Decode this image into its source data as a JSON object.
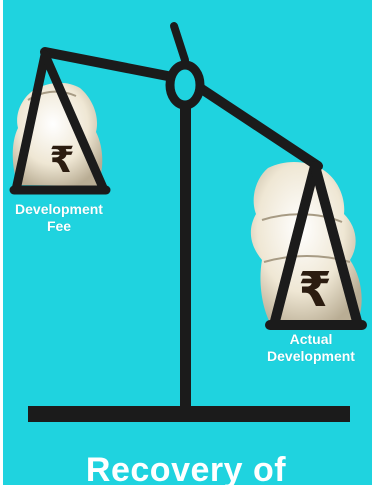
{
  "labels": {
    "left_bag": "Development Fee",
    "right_bag": "Actual Development"
  },
  "currency_symbol": "₹",
  "title": "Recovery of",
  "colors": {
    "background": "#1fd3df",
    "scale": "#1b1b1b",
    "bag": "#efe7d4",
    "text": "#ffffff"
  },
  "icons": [
    "balance-scale-icon",
    "money-bag-icon",
    "rupee-icon"
  ]
}
